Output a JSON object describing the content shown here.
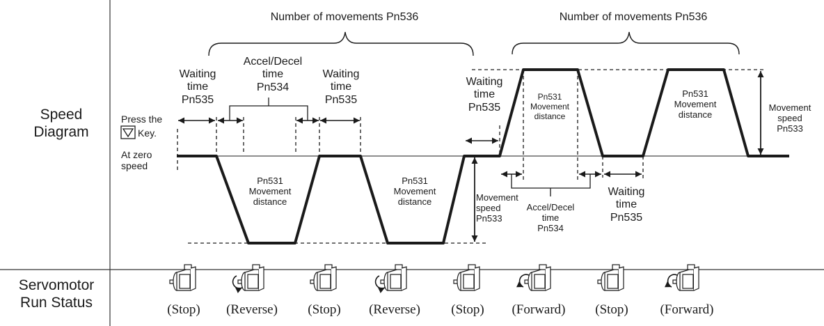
{
  "rows": {
    "speed_diagram": "Speed\nDiagram",
    "run_status": "Servomotor\nRun Status"
  },
  "labels": {
    "num_moves_1": "Number of movements Pn536",
    "num_moves_2": "Number of movements Pn536",
    "wait_1": "Waiting\ntime\nPn535",
    "accel_1": "Accel/Decel\ntime\nPn534",
    "wait_2": "Waiting\ntime\nPn535",
    "wait_3": "Waiting\ntime\nPn535",
    "press_key_a": "Press the",
    "press_key_b": "Key.",
    "at_zero": "At zero\nspeed",
    "dist_rev_1": "Pn531\nMovement\ndistance",
    "dist_rev_2": "Pn531\nMovement\ndistance",
    "dist_fwd_1": "Pn531\nMovement\ndistance",
    "dist_fwd_2": "Pn531\nMovement\ndistance",
    "speed_left": "Movement\nspeed\nPn533",
    "speed_right": "Movement\nspeed\nPn533",
    "accel_2": "Accel/Decel\ntime\nPn534",
    "wait_4": "Waiting\ntime\nPn535"
  },
  "statuses": [
    "(Stop)",
    "(Reverse)",
    "(Stop)",
    "(Reverse)",
    "(Stop)",
    "(Forward)",
    "(Stop)",
    "(Forward)"
  ],
  "motor_rotation": [
    "none",
    "reverse",
    "none",
    "reverse",
    "none",
    "forward",
    "none",
    "forward"
  ],
  "icons": {
    "key": "down-triangle-key-icon",
    "motor": "servomotor-icon"
  },
  "colors": {
    "line": "#1a1a1a",
    "grid": "#333333"
  }
}
